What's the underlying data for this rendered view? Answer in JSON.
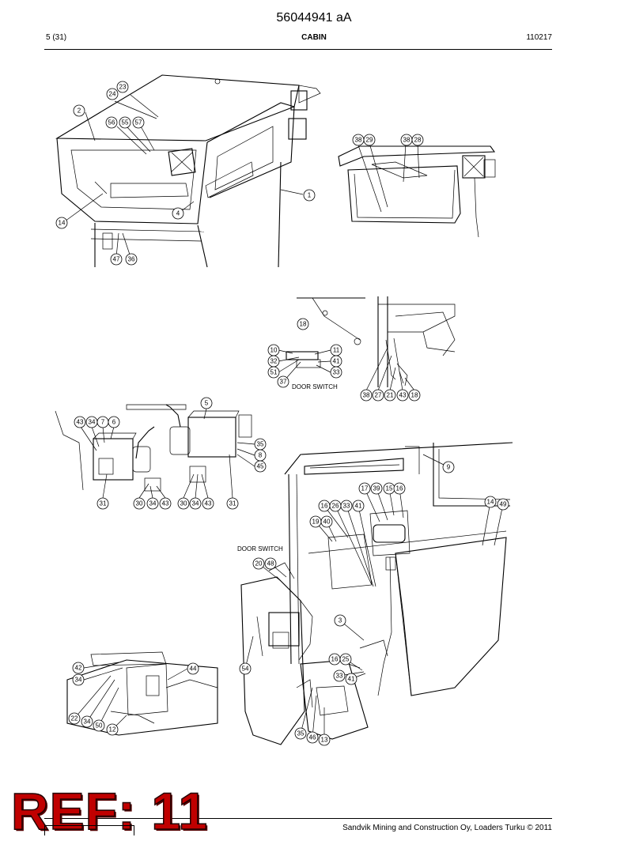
{
  "document": {
    "title": "56044941 aA",
    "page": "5 (31)",
    "section": "CABIN",
    "code": "110217",
    "reference": "REF: 11",
    "footer": "Sandvik Mining and Construction Oy, Loaders Turku © 2011"
  },
  "labels": {
    "door_switch_top": "DOOR SWITCH",
    "door_switch_bottom": "DOOR SWITCH"
  },
  "callouts": {
    "a1": "23",
    "a2": "24",
    "a3": "2",
    "a4": "56",
    "a5": "55",
    "a6": "57",
    "a7": "1",
    "a8": "4",
    "a9": "14",
    "a10": "47",
    "a11": "36",
    "b1": "38",
    "b2": "29",
    "b3": "38",
    "b4": "28",
    "c1": "18",
    "c2": "10",
    "c3": "32",
    "c4": "51",
    "c5": "37",
    "c6": "11",
    "c7": "41",
    "c8": "33",
    "d1": "38",
    "d2": "27",
    "d3": "21",
    "d4": "43",
    "d5": "18",
    "e1": "43",
    "e2": "34",
    "e3": "7",
    "e4": "6",
    "e5": "5",
    "e6": "35",
    "e7": "8",
    "e8": "45",
    "e9": "31",
    "e10": "30",
    "e11": "34",
    "e12": "43",
    "e13": "30",
    "e14": "34",
    "e15": "43",
    "e16": "31",
    "f1": "9",
    "f2": "17",
    "f3": "39",
    "f4": "15",
    "f5": "16",
    "f6": "14",
    "f7": "49",
    "f8": "16",
    "f9": "26",
    "f10": "33",
    "f11": "41",
    "f12": "19",
    "f13": "40",
    "f14": "20",
    "f15": "48",
    "f16": "3",
    "f17": "16",
    "f18": "25",
    "f19": "33",
    "f20": "41",
    "f21": "54",
    "f22": "35",
    "f23": "46",
    "f24": "13",
    "g1": "42",
    "g2": "34",
    "g3": "44",
    "g4": "22",
    "g5": "34",
    "g6": "50",
    "g7": "12"
  }
}
